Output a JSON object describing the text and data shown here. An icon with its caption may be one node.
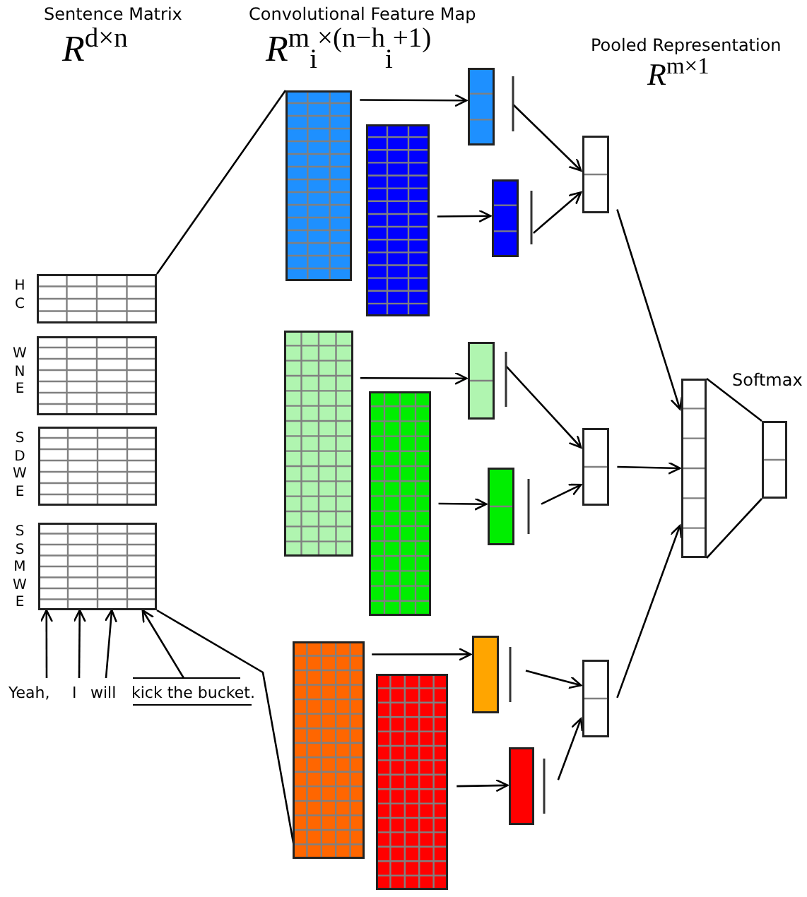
{
  "diagram": {
    "nodes": [
      {
        "text": [],
        "shape": "box",
        "beside": [
          "H",
          "C"
        ]
      },
      {
        "text": [],
        "shape": "box",
        "beside": [
          "W",
          "N",
          "E"
        ]
      },
      {
        "text": [],
        "shape": "box",
        "beside": [
          "S",
          "D",
          "W",
          "E"
        ]
      },
      {
        "text": [],
        "shape": "box",
        "beside": [
          "S",
          "S",
          "M",
          "W",
          "E"
        ]
      },
      {
        "text": [
          "Yeah,"
        ]
      },
      {
        "text": [
          "I"
        ]
      },
      {
        "text": [
          "will"
        ]
      },
      {
        "text": [
          "kick the bucket."
        ]
      },
      {
        "text": [],
        "shape": "box"
      },
      {
        "text": [],
        "shape": "box"
      },
      {
        "text": [],
        "shape": "box"
      },
      {
        "text": [],
        "shape": "box"
      },
      {
        "text": [],
        "shape": "box"
      },
      {
        "text": [],
        "shape": "box"
      },
      {
        "text": [],
        "shape": "box"
      },
      {
        "text": [],
        "shape": "box"
      },
      {
        "text": [],
        "shape": "box"
      },
      {
        "text": [],
        "shape": "box"
      },
      {
        "text": [],
        "shape": "box"
      },
      {
        "text": [],
        "shape": "box"
      },
      {
        "text": [],
        "shape": "box"
      },
      {
        "text": [],
        "shape": "box"
      },
      {
        "text": [],
        "shape": "box"
      },
      {
        "text": [],
        "shape": "box"
      },
      {
        "text": [],
        "shape": "box",
        "beside": [
          "Softmax"
        ]
      }
    ],
    "edges": [
      {
        "from": 0,
        "to": 8,
        "arrow": "none"
      },
      {
        "from": 3,
        "to": 12,
        "arrow": "none"
      },
      {
        "from": 4,
        "to": 3,
        "arrow": "to"
      },
      {
        "from": 5,
        "to": 3,
        "arrow": "to"
      },
      {
        "from": 6,
        "to": 3,
        "arrow": "to"
      },
      {
        "from": 7,
        "to": 3,
        "arrow": "to"
      },
      {
        "from": 8,
        "to": 14,
        "arrow": "to"
      },
      {
        "from": 9,
        "to": 15,
        "arrow": "to"
      },
      {
        "from": 10,
        "to": 16,
        "arrow": "to"
      },
      {
        "from": 11,
        "to": 17,
        "arrow": "to"
      },
      {
        "from": 12,
        "to": 18,
        "arrow": "to"
      },
      {
        "from": 13,
        "to": 19,
        "arrow": "to"
      },
      {
        "from": 14,
        "to": 20,
        "arrow": "to"
      },
      {
        "from": 15,
        "to": 20,
        "arrow": "to"
      },
      {
        "from": 16,
        "to": 21,
        "arrow": "to"
      },
      {
        "from": 17,
        "to": 21,
        "arrow": "to"
      },
      {
        "from": 18,
        "to": 22,
        "arrow": "to"
      },
      {
        "from": 19,
        "to": 22,
        "arrow": "to"
      },
      {
        "from": 20,
        "to": 23,
        "arrow": "to"
      },
      {
        "from": 21,
        "to": 23,
        "arrow": "to"
      },
      {
        "from": 22,
        "to": 23,
        "arrow": "to"
      },
      {
        "from": 23,
        "to": 24,
        "arrow": "none"
      },
      {
        "from": 23,
        "to": 24,
        "arrow": "none"
      }
    ],
    "labels": [
      "Sentence Matrix",
      "*R*$^{d×n}$",
      "Convolutional Feature Map",
      "*R*$^{m}$$_{i}$$^{×(n−h}$$_{i}$$^{+1)}$",
      "Pooled Representation",
      "*R*$^{m×1}$"
    ]
  }
}
